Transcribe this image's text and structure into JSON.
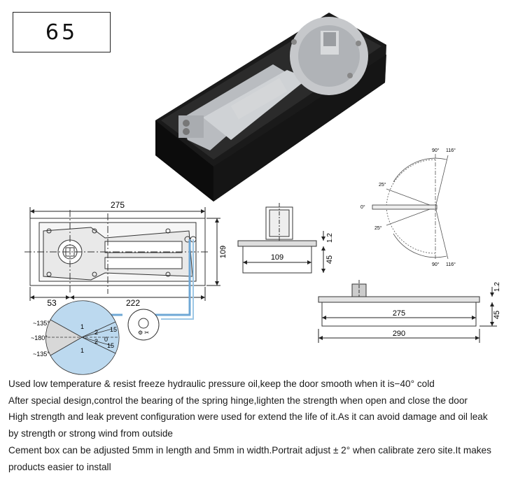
{
  "model": {
    "number": "65"
  },
  "dims": {
    "top_length": "275",
    "left_offset": "53",
    "body_length": "222",
    "width_side": "109",
    "section_width": "109",
    "section_height": "45",
    "section_top": "1.2",
    "side_inner": "275",
    "side_outer": "290",
    "side_height": "45",
    "side_top": "1.2"
  },
  "angles": {
    "a90": "90°",
    "a116": "116°",
    "a25": "25°",
    "a0": "0°",
    "b90": "90°",
    "b116": "116°",
    "b25": "25°"
  },
  "valve": {
    "dial_135_top": "~135°",
    "dial_180": "~180°",
    "dial_135_bot": "~135°",
    "seg1_top": "1",
    "seg2_top": "2",
    "seg1_bot": "1",
    "seg2_bot": "2",
    "zero": "0",
    "plus15": "15",
    "minus15": "15"
  },
  "description": {
    "line1": "Used low temperature & resist freeze hydraulic pressure oil,keep the door smooth when it is−40°   cold",
    "line2": "After special design,control the bearing of the spring hinge,lighten the strength when open and close the door",
    "line3": "High strength and leak prevent configuration were used for extend the life of it.As it can avoid damage and oil leak",
    "line4": "by strength or strong wind from outside",
    "line5": "Cement box can be adjusted 5mm in length and 5mm in width.Portrait adjust ± 2°   when calibrate zero site.It makes",
    "line6": "products easier to install"
  }
}
